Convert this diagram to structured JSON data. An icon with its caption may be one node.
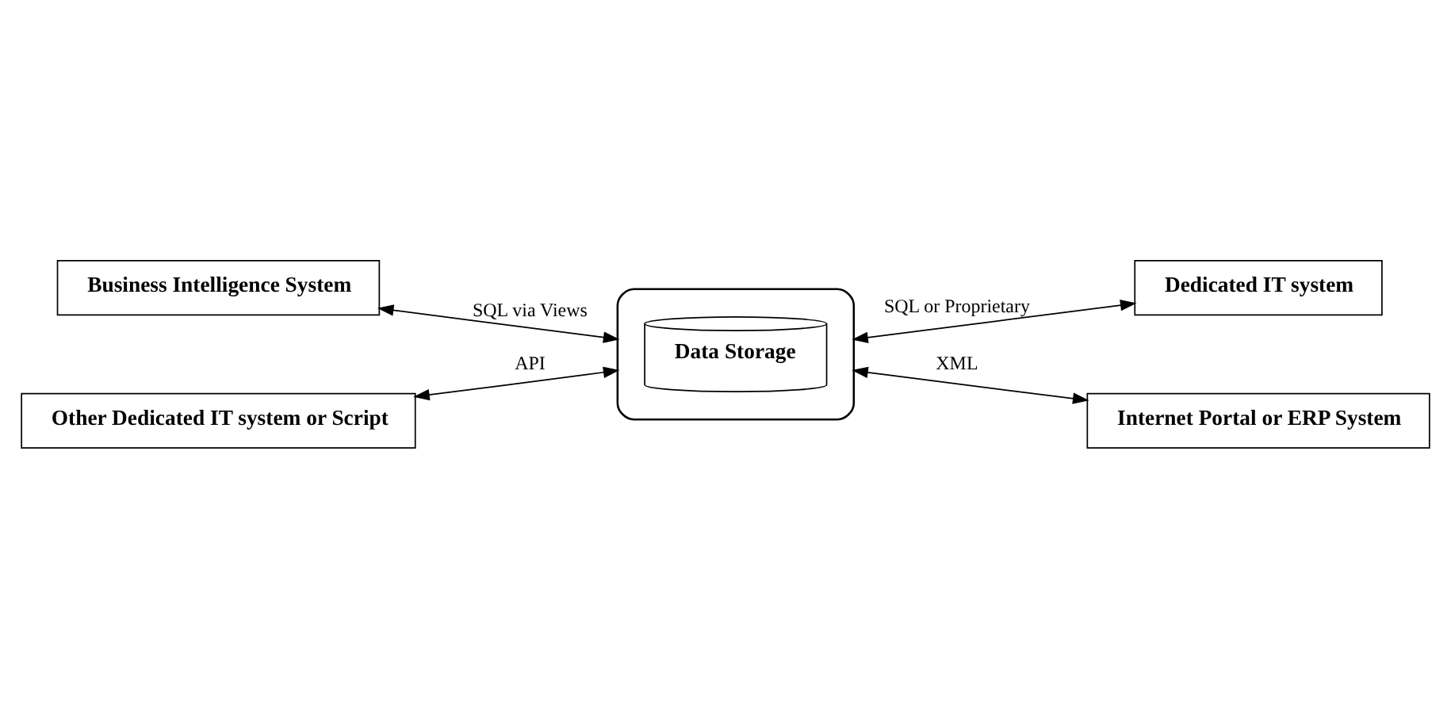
{
  "diagram": {
    "nodes": [
      {
        "text": [
          "Business Intelligence System"
        ]
      },
      {
        "text": [
          "Dedicated IT system"
        ]
      },
      {
        "text": [],
        "shape": "octagon"
      },
      {
        "text": [
          "Data Storage"
        ],
        "in": 2
      },
      {
        "text": [
          "Other Dedicated IT system or Script"
        ]
      },
      {
        "text": [
          "Internet Portal or ERP System"
        ]
      }
    ],
    "edges": [
      {
        "from": 0,
        "to": 2,
        "arrow": "both",
        "label": "SQL via Views"
      },
      {
        "from": 2,
        "to": 1,
        "arrow": "both",
        "label": "SQL or Proprietary"
      },
      {
        "from": 4,
        "to": 2,
        "arrow": "both",
        "label": "API"
      },
      {
        "from": 2,
        "to": 5,
        "arrow": "both",
        "label": "XML"
      }
    ]
  }
}
